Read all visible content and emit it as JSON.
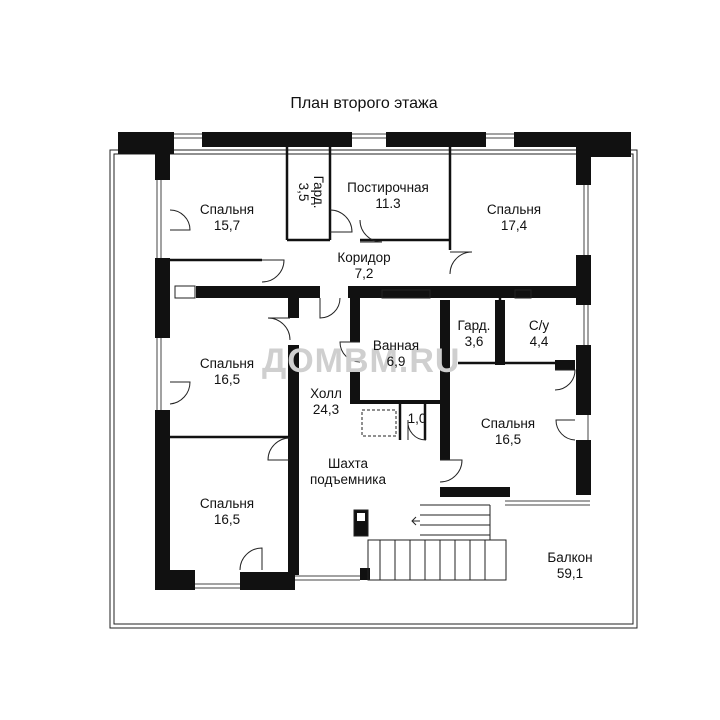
{
  "title": "План второго этажа",
  "watermark": "ДОМВМ.RU",
  "rooms": {
    "bed_nw": {
      "name": "Спальня",
      "area": "15,7"
    },
    "gard_top": {
      "name": "Гард.",
      "area": "3,5"
    },
    "laundry": {
      "name": "Постирочная",
      "area": "11.3"
    },
    "bed_ne": {
      "name": "Спальня",
      "area": "17,4"
    },
    "corridor": {
      "name": "Коридор",
      "area": "7,2"
    },
    "bed_w": {
      "name": "Спальня",
      "area": "16,5"
    },
    "bath": {
      "name": "Ванная",
      "area": "6,9"
    },
    "gard_mid": {
      "name": "Гард.",
      "area": "3,6"
    },
    "wc": {
      "name": "С/у",
      "area": "4,4"
    },
    "hall": {
      "name": "Холл",
      "area": "24,3"
    },
    "small": {
      "area": "1,0"
    },
    "bed_e": {
      "name": "Спальня",
      "area": "16,5"
    },
    "shaft": {
      "name": "Шахта",
      "name2": "подъемника"
    },
    "bed_sw": {
      "name": "Спальня",
      "area": "16,5"
    },
    "balcony": {
      "name": "Балкон",
      "area": "59,1"
    }
  }
}
